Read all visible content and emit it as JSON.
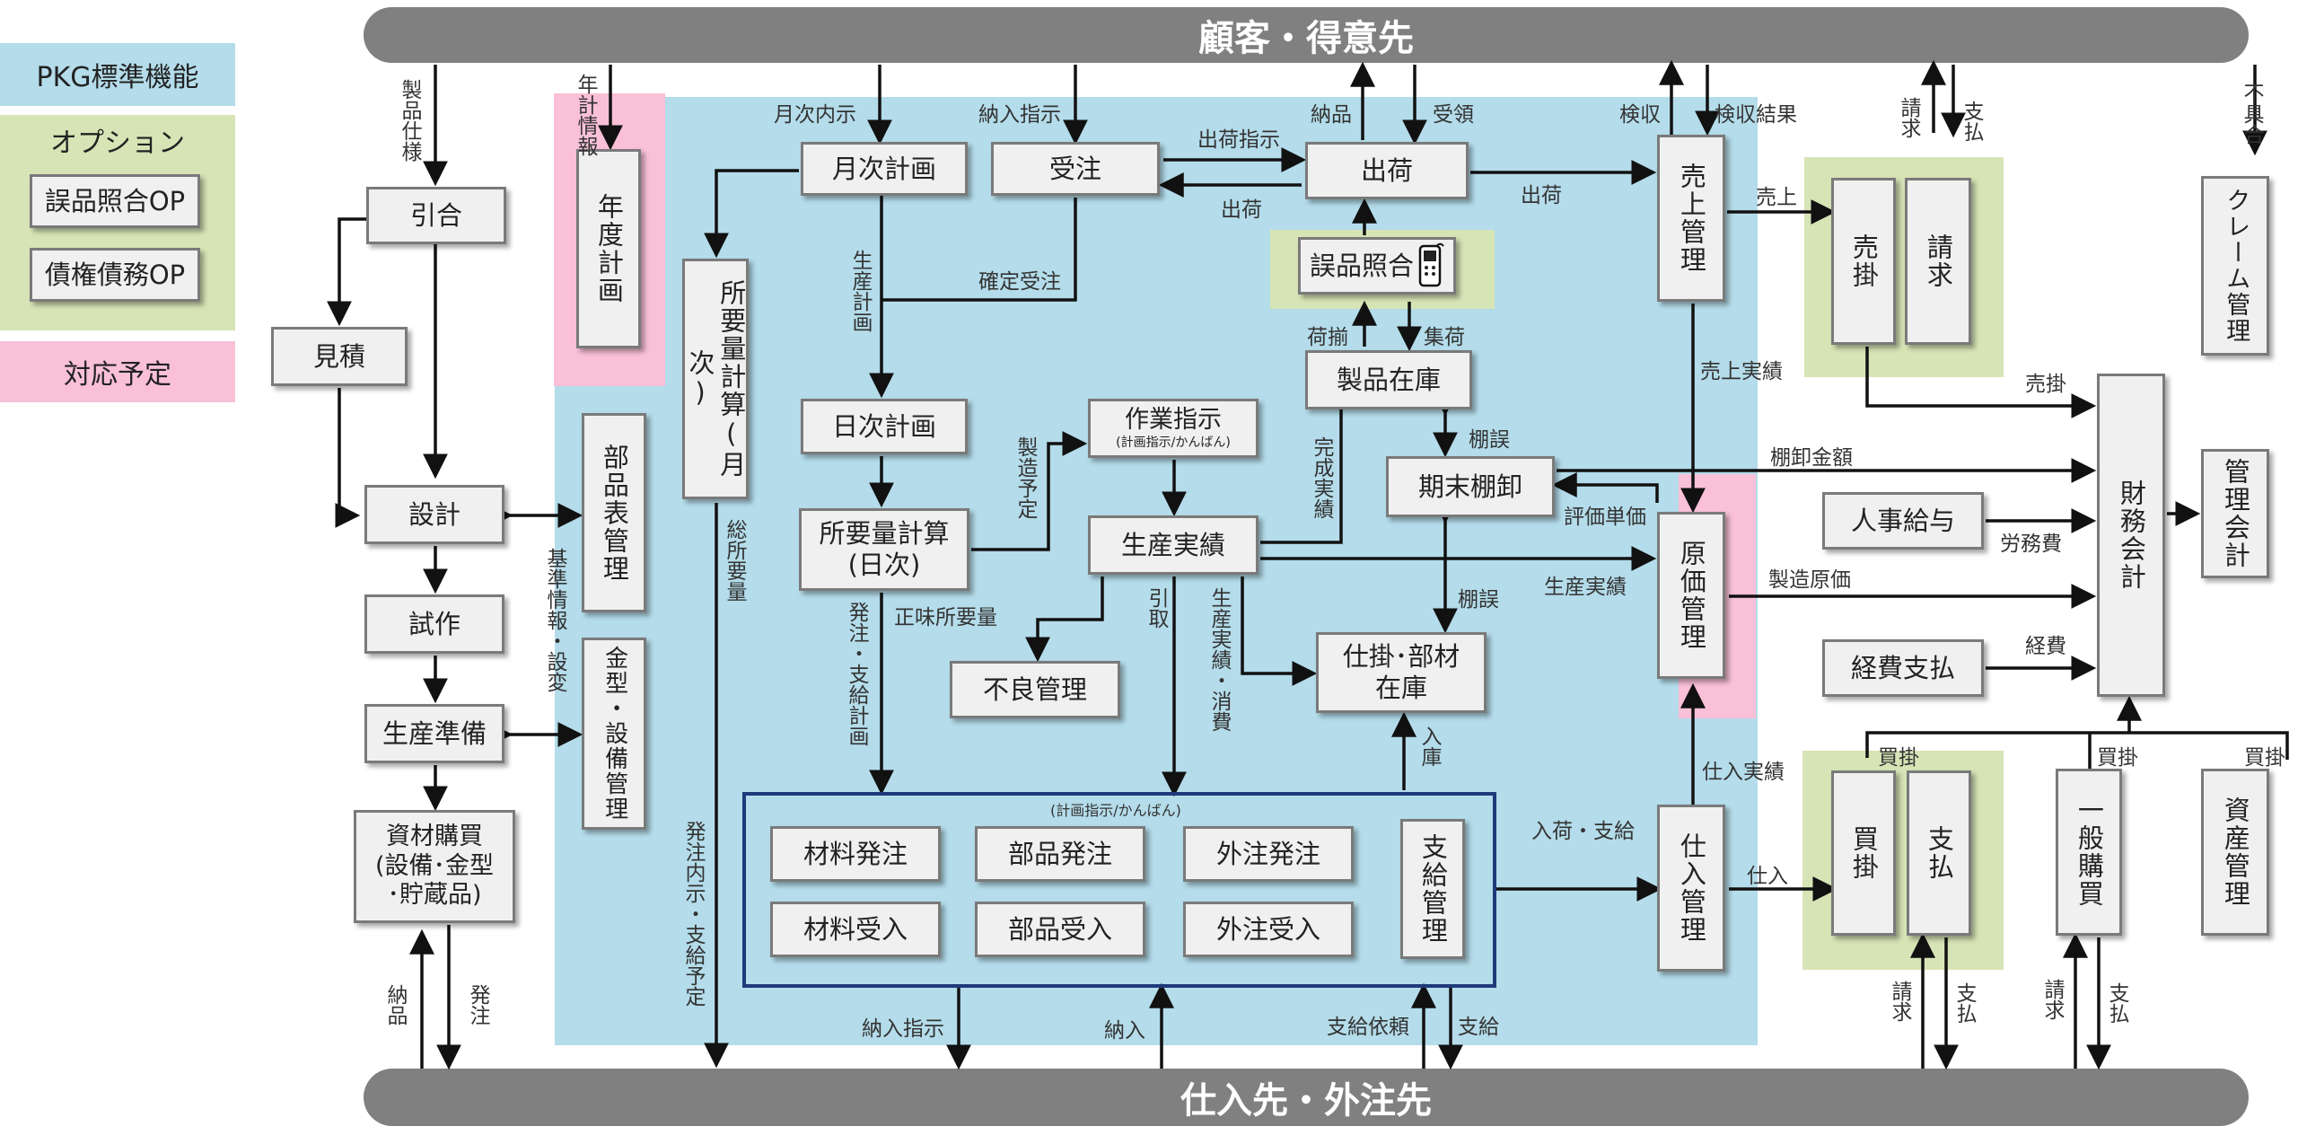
{
  "legend": {
    "pkg_standard": "PKG標準機能",
    "option_title": "オプション",
    "option_1": "誤品照合OP",
    "option_2": "債権債務OP",
    "planned": "対応予定"
  },
  "bars": {
    "top": "顧客・得意先",
    "bottom": "仕入先・外注先"
  },
  "boxes": {
    "hikiai": "引合",
    "mitsumori": "見積",
    "sekkei": "設計",
    "shisaku": "試作",
    "seisan_junbi": "生産準備",
    "shizai_kobai": "資材購買\n(設備･金型\n･貯蔵品)",
    "buhinhyo": "部品表管理",
    "kanagata": "金型・設備管理",
    "nendo": "年度計画",
    "shoyo_getsuji": "所要量計算(月次)",
    "getsuji": "月次計画",
    "juchu": "受注",
    "shukka": "出荷",
    "gohin": "誤品照合",
    "seihin_zaiko": "製品在庫",
    "kimatsu": "期末棚卸",
    "nichiji": "日次計画",
    "sagyo_shiji": "作業指示",
    "sagyo_shiji_sub": "(計画指示/かんばん)",
    "shoyo_nichiji": "所要量計算\n(日次)",
    "seisan_jisseki": "生産実績",
    "furyo": "不良管理",
    "shikake": "仕掛･部材\n在庫",
    "zairyo_hatchu": "材料発注",
    "buhin_hatchu": "部品発注",
    "gaichu_hatchu": "外注発注",
    "zairyo_ukeire": "材料受入",
    "buhin_ukeire": "部品受入",
    "gaichu_ukeire": "外注受入",
    "shikyu": "支給管理",
    "uriage": "売上管理",
    "genka": "原価管理",
    "shiire": "仕入管理",
    "urikake": "売掛",
    "seikyu": "請求",
    "kaikake": "買掛",
    "shiharai": "支払",
    "ippan_kobai": "一般購買",
    "shisan": "資産管理",
    "claim": "クレーム管理",
    "zaimu": "財務会計",
    "kanri": "管理会計",
    "jinji": "人事給与",
    "keihi": "経費支払"
  },
  "group_label": "(計画指示/かんばん)",
  "labels": {
    "seihin_shiyo": "製品仕様",
    "nenkei_joho": "年計情報",
    "getsuji_naiji": "月次内示",
    "nounyu_shiji_top": "納入指示",
    "shukka_shiji": "出荷指示",
    "shukka": "出荷",
    "nohin": "納品",
    "juryo": "受領",
    "shukka_right": "出荷",
    "kenshu": "検収",
    "kenshu_kekka": "検収結果",
    "seikyu_top": "請求",
    "shiharai_top": "支払",
    "fugu": "不具合",
    "uriage_lbl": "売上",
    "kakutei_juchu": "確定受注",
    "seisan_keikaku": "生産計画",
    "nizoroe": "荷揃",
    "shuka": "集荷",
    "uriage_jisseki": "売上実績",
    "urikake_lbl": "売掛",
    "tanaoroshi_kingaku": "棚卸金額",
    "kansei_jisseki": "完成実績",
    "tanagoshi1": "棚誤",
    "hyoka_tanka": "評価単価",
    "seizo_yotei": "製造予定",
    "soshoyoryo": "総所要量",
    "kijun_joho": "基準情報・設変",
    "seisan_jisseki_lbl": "生産実績",
    "romuhi": "労務費",
    "seizo_genka": "製造原価",
    "tanagoshi2": "棚誤",
    "keihi_lbl": "経費",
    "hatchu_shikyu": "発注・支給計画",
    "shomi": "正味所要量",
    "hikitori": "引取",
    "seisan_shohi": "生産実績・消費",
    "nyuko": "入庫",
    "shiire_jisseki": "仕入実績",
    "kaikake1": "買掛",
    "kaikake2": "買掛",
    "kaikake3": "買掛",
    "nyuka_shikyu": "入荷・支給",
    "shiire_lbl": "仕入",
    "hatchu_naiji": "発注内示・支給予定",
    "nohin_bottom": "納品",
    "hatchu_bottom": "発注",
    "nounyu_shiji_bottom": "納入指示",
    "nounyu_bottom": "納入",
    "shikyu_irai": "支給依頼",
    "shikyu_bottom": "支給",
    "seikyu_b1": "請求",
    "shiharai_b1": "支払",
    "seikyu_b2": "請求",
    "shiharai_b2": "支払"
  }
}
